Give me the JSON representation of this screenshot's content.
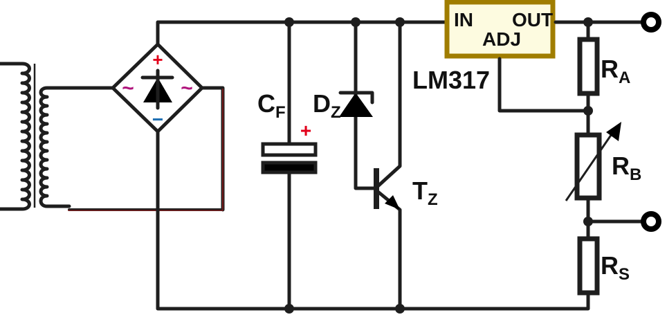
{
  "regulator": {
    "name": "LM317",
    "pin_in": "IN",
    "pin_out": "OUT",
    "pin_adj": "ADJ"
  },
  "components": {
    "capacitor": {
      "main": "C",
      "sub": "F",
      "polarity": "+"
    },
    "zener": {
      "main": "D",
      "sub": "Z"
    },
    "transistor": {
      "main": "T",
      "sub": "Z"
    },
    "resistor_a": {
      "main": "R",
      "sub": "A"
    },
    "resistor_b": {
      "main": "R",
      "sub": "B"
    },
    "resistor_s": {
      "main": "R",
      "sub": "S"
    }
  },
  "bridge": {
    "plus": "+",
    "minus": "−",
    "ac_left": "~",
    "ac_right": "~"
  },
  "colors": {
    "wire": "#1e1e1e",
    "regulator_border": "#a07d00",
    "regulator_fill": "#fdfbe0",
    "plus": "#e2001a",
    "minus": "#1f6fb2",
    "ac": "#b0147c",
    "return_wire": "#8b1a1a"
  }
}
